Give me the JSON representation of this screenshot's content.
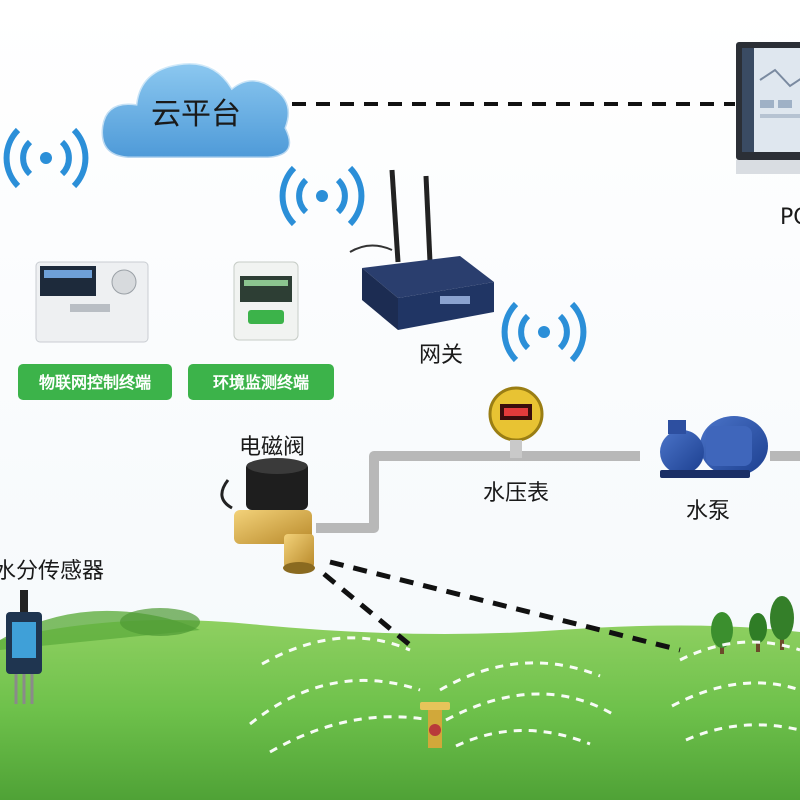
{
  "diagram": {
    "cloud_label": "云平台",
    "pc_label": "PC",
    "gateway_label": "网关",
    "iot_terminal_label": "物联网控制终端",
    "env_terminal_label": "环境监测终端",
    "solenoid_label": "电磁阀",
    "pressure_label": "水压表",
    "pump_label": "水泵",
    "sensor_label": "水分传感器"
  },
  "colors": {
    "cloud": "#6cb2e6",
    "badge_green": "#3cb34a",
    "wifi_blue": "#2b8fd8",
    "pipe_gray": "#b8b8b8",
    "grass": "#6ec14b"
  }
}
